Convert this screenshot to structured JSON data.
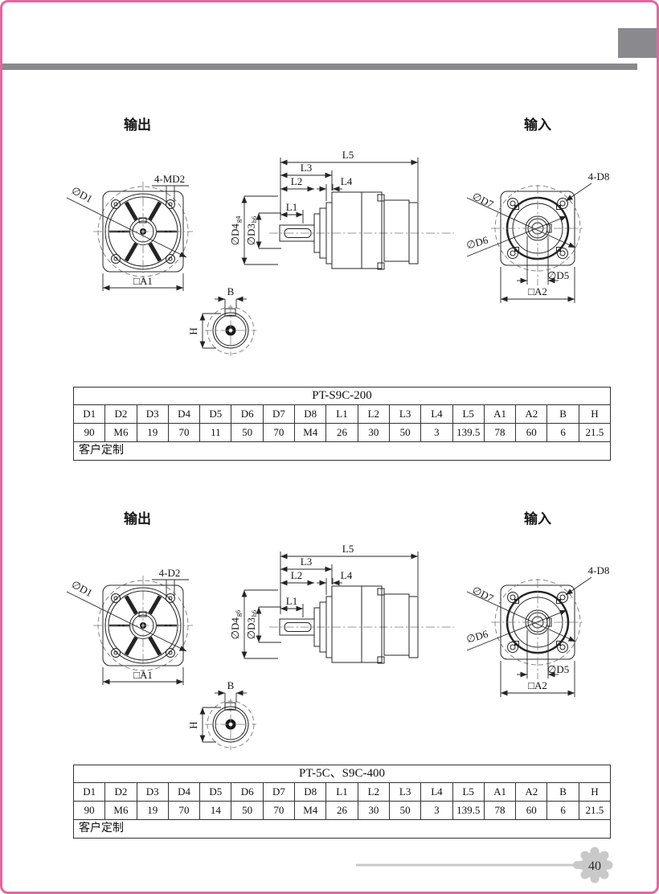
{
  "page": {
    "number": "40"
  },
  "sections": [
    {
      "output_label": "输出",
      "input_label": "输入",
      "front_view": {
        "holes": "4-MD2",
        "d1": "∅D1",
        "a1": "□A1"
      },
      "side_view": {
        "l1": "L1",
        "l2": "L2",
        "l3": "L3",
        "l4": "L4",
        "l5": "L5",
        "d4": "∅D4",
        "d4_tol": "g4",
        "d3": "∅D3",
        "d3_tol": "h6"
      },
      "back_view": {
        "holes": "4-D8",
        "d7": "∅D7",
        "d6": "∅D6",
        "d5": "∅D5",
        "a2": "□A2"
      },
      "shaft_view": {
        "b": "B",
        "h": "H"
      },
      "table": {
        "title": "PT-S9C-200",
        "headers": [
          "D1",
          "D2",
          "D3",
          "D4",
          "D5",
          "D6",
          "D7",
          "D8",
          "L1",
          "L2",
          "L3",
          "L4",
          "L5",
          "A1",
          "A2",
          "B",
          "H"
        ],
        "values": [
          "90",
          "M6",
          "19",
          "70",
          "11",
          "50",
          "70",
          "M4",
          "26",
          "30",
          "50",
          "3",
          "139.5",
          "78",
          "60",
          "6",
          "21.5"
        ],
        "footer": "客户定制"
      }
    },
    {
      "output_label": "输出",
      "input_label": "输入",
      "front_view": {
        "holes": "4-D2",
        "d1": "∅D1",
        "a1": "□A1"
      },
      "side_view": {
        "l1": "L1",
        "l2": "L2",
        "l3": "L3",
        "l4": "L4",
        "l5": "L5",
        "d4": "∅D4",
        "d4_tol": "g6",
        "d3": "∅D3",
        "d3_tol": "h6"
      },
      "back_view": {
        "holes": "4-D8",
        "d7": "∅D7",
        "d6": "∅D6",
        "d5": "∅D5",
        "a2": "□A2"
      },
      "shaft_view": {
        "b": "B",
        "h": "H"
      },
      "table": {
        "title": "PT-5C、S9C-400",
        "headers": [
          "D1",
          "D2",
          "D3",
          "D4",
          "D5",
          "D6",
          "D7",
          "D8",
          "L1",
          "L2",
          "L3",
          "L4",
          "L5",
          "A1",
          "A2",
          "B",
          "H"
        ],
        "values": [
          "90",
          "M6",
          "19",
          "70",
          "14",
          "50",
          "70",
          "M4",
          "26",
          "30",
          "50",
          "3",
          "139.5",
          "78",
          "60",
          "6",
          "21.5"
        ],
        "footer": "客户定制"
      }
    }
  ]
}
